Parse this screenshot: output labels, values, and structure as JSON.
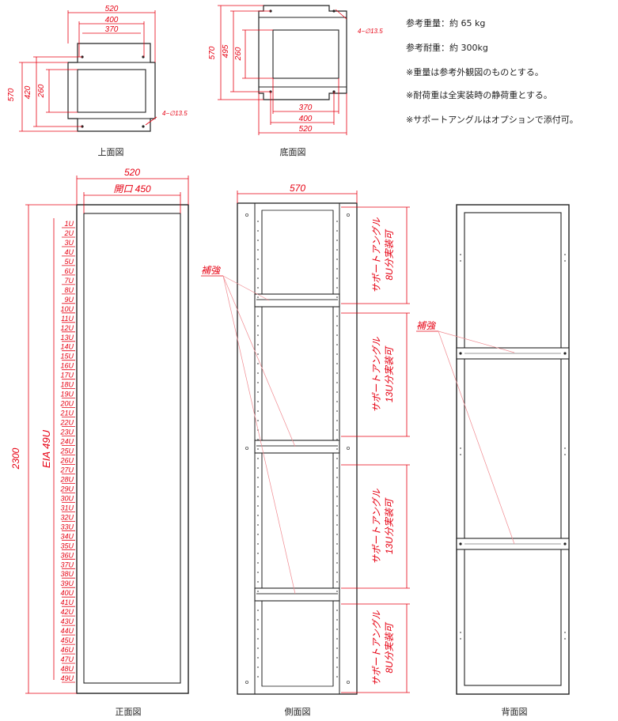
{
  "notes": {
    "weight": "参考重量：約 65 kg",
    "load": "参考耐重：約 300kg",
    "note1": "※重量は参考外観図のものとする。",
    "note2": "※耐荷重は全実装時の静荷重とする。",
    "note3": "※サポートアングルはオプションで添付可。"
  },
  "top_view": {
    "caption": "上面図",
    "dim_width_outer": "520",
    "dim_width_mid": "400",
    "dim_width_inner": "370",
    "dim_depth_outer": "570",
    "dim_depth_mid": "420",
    "dim_depth_inner": "260",
    "hole_spec": "4−∅13.5"
  },
  "bottom_view": {
    "caption": "底面図",
    "dim_width_inner": "370",
    "dim_width_mid": "400",
    "dim_width_outer": "520",
    "dim_depth_outer": "570",
    "dim_depth_mid": "495",
    "dim_depth_inner": "260",
    "hole_spec": "4−∅13.5"
  },
  "front_view": {
    "caption": "正面図",
    "dim_width": "520",
    "dim_opening": "開口 450",
    "dim_height": "2300",
    "eia_label": "EIA 49U",
    "units": [
      "1U",
      "2U",
      "3U",
      "4U",
      "5U",
      "6U",
      "7U",
      "8U",
      "9U",
      "10U",
      "11U",
      "12U",
      "13U",
      "14U",
      "15U",
      "16U",
      "17U",
      "18U",
      "19U",
      "20U",
      "21U",
      "22U",
      "23U",
      "24U",
      "25U",
      "26U",
      "27U",
      "28U",
      "29U",
      "30U",
      "31U",
      "32U",
      "33U",
      "34U",
      "35U",
      "36U",
      "37U",
      "38U",
      "39U",
      "40U",
      "41U",
      "42U",
      "43U",
      "44U",
      "45U",
      "46U",
      "47U",
      "48U",
      "49U"
    ]
  },
  "side_view": {
    "caption": "側面図",
    "dim_depth": "570",
    "reinforcement_label": "補強",
    "support_sections": [
      {
        "line1": "サポートアングル",
        "line2": "8U分実装可"
      },
      {
        "line1": "サポートアングル",
        "line2": "13U分実装可"
      },
      {
        "line1": "サポートアングル",
        "line2": "13U分実装可"
      },
      {
        "line1": "サポートアングル",
        "line2": "8U分実装可"
      }
    ]
  },
  "rear_view": {
    "caption": "背面図",
    "reinforcement_label": "補強"
  },
  "colors": {
    "dimension": "#e60012",
    "outline": "#222222"
  }
}
